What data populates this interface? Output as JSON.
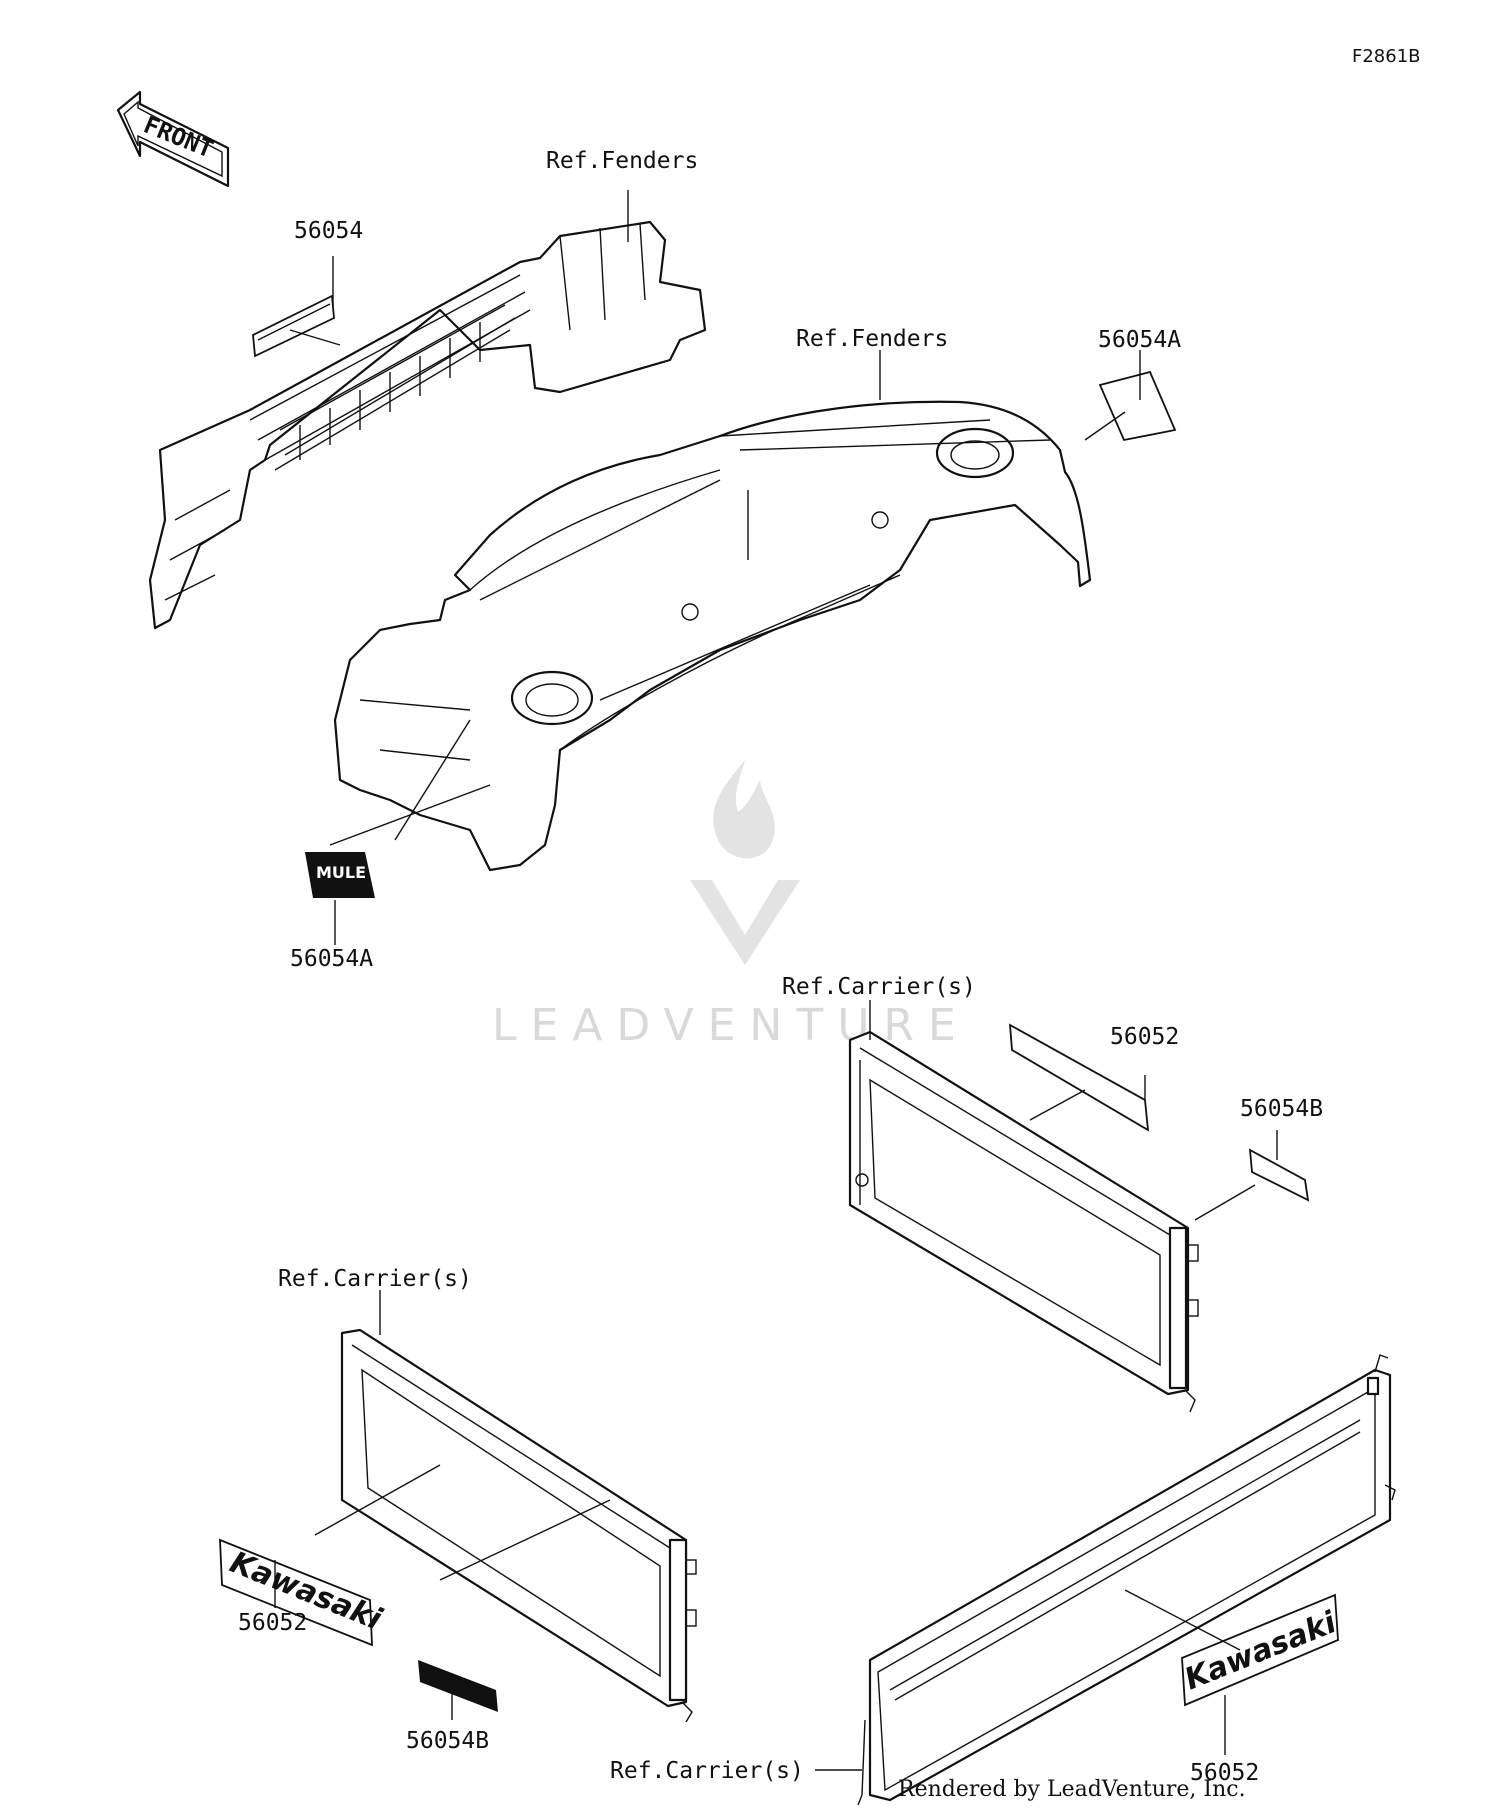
{
  "diagram_code": "F2861B",
  "front_arrow_label": "FRONT",
  "watermark": "LEADVENTURE",
  "credit": "Rendered by LeadVenture, Inc.",
  "labels": {
    "ref_fenders_front": "Ref.Fenders",
    "ref_fenders_rear": "Ref.Fenders",
    "part_56054": "56054",
    "part_56054A_top": "56054A",
    "part_56054A_bottom": "56054A",
    "ref_carrier_right": "Ref.Carrier(s)",
    "part_56052_right": "56052",
    "part_56054B_right": "56054B",
    "ref_carrier_left": "Ref.Carrier(s)",
    "part_56052_left": "56052",
    "part_56054B_left": "56054B",
    "ref_carrier_bottom": "Ref.Carrier(s)",
    "part_56052_bottom": "56052"
  },
  "decals": {
    "kawasaki_left": "Kawasaki",
    "kawasaki_right": "Kawasaki",
    "mule_logo": "MULE"
  }
}
